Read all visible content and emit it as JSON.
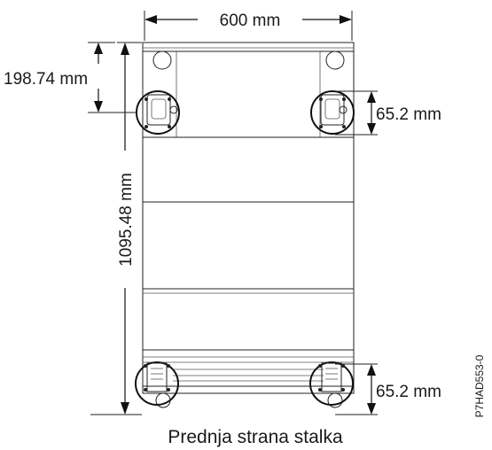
{
  "dimensions": {
    "width": "600 mm",
    "depth": "1095.48 mm",
    "front_caster_offset": "198.74 mm",
    "caster_rear_right": "65.2 mm",
    "caster_front_right": "65.2 mm"
  },
  "caption": "Prednja strana stalka",
  "figure_id": "P7HAD553-0",
  "colors": {
    "line": "#222222",
    "arrow": "#111111",
    "background": "#ffffff"
  }
}
